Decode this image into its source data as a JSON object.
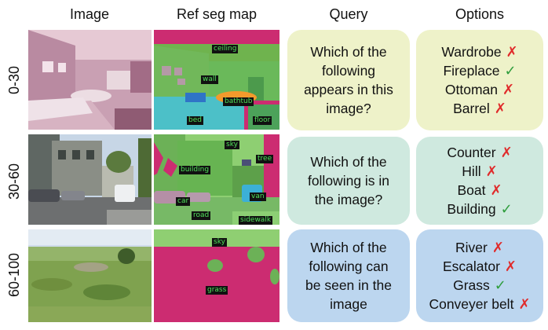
{
  "headers": {
    "image": "Image",
    "segmap": "Ref seg map",
    "query": "Query",
    "options": "Options"
  },
  "rows": [
    {
      "label": "0-30",
      "query_lines": [
        "Which of the",
        "following",
        "appears in this",
        "image?"
      ],
      "options": [
        {
          "text": "Wardrobe",
          "mark": "✗",
          "correct": false
        },
        {
          "text": "Fireplace",
          "mark": "✓",
          "correct": true
        },
        {
          "text": "Ottoman",
          "mark": "✗",
          "correct": false
        },
        {
          "text": "Barrel",
          "mark": "✗",
          "correct": false
        }
      ],
      "seg_labels": [
        "ceiling",
        "wall",
        "bathtub",
        "bed",
        "floor"
      ],
      "colors": {
        "card": "#eef2c9"
      }
    },
    {
      "label": "30-60",
      "query_lines": [
        "Which of the",
        "following is in",
        "the image?"
      ],
      "options": [
        {
          "text": "Counter",
          "mark": "✗",
          "correct": false
        },
        {
          "text": "Hill",
          "mark": "✗",
          "correct": false
        },
        {
          "text": "Boat",
          "mark": "✗",
          "correct": false
        },
        {
          "text": "Building",
          "mark": "✓",
          "correct": true
        }
      ],
      "seg_labels": [
        "sky",
        "tree",
        "building",
        "car",
        "van",
        "road",
        "sidewalk"
      ],
      "colors": {
        "card": "#cfe9df"
      }
    },
    {
      "label": "60-100",
      "query_lines": [
        "Which of the",
        "following can",
        "be seen in the",
        "image"
      ],
      "options": [
        {
          "text": "River",
          "mark": "✗",
          "correct": false
        },
        {
          "text": "Escalator",
          "mark": "✗",
          "correct": false
        },
        {
          "text": "Grass",
          "mark": "✓",
          "correct": true
        },
        {
          "text": "Conveyer belt",
          "mark": "✗",
          "correct": false
        }
      ],
      "seg_labels": [
        "sky",
        "grass"
      ],
      "colors": {
        "card": "#bcd6ef"
      }
    }
  ]
}
